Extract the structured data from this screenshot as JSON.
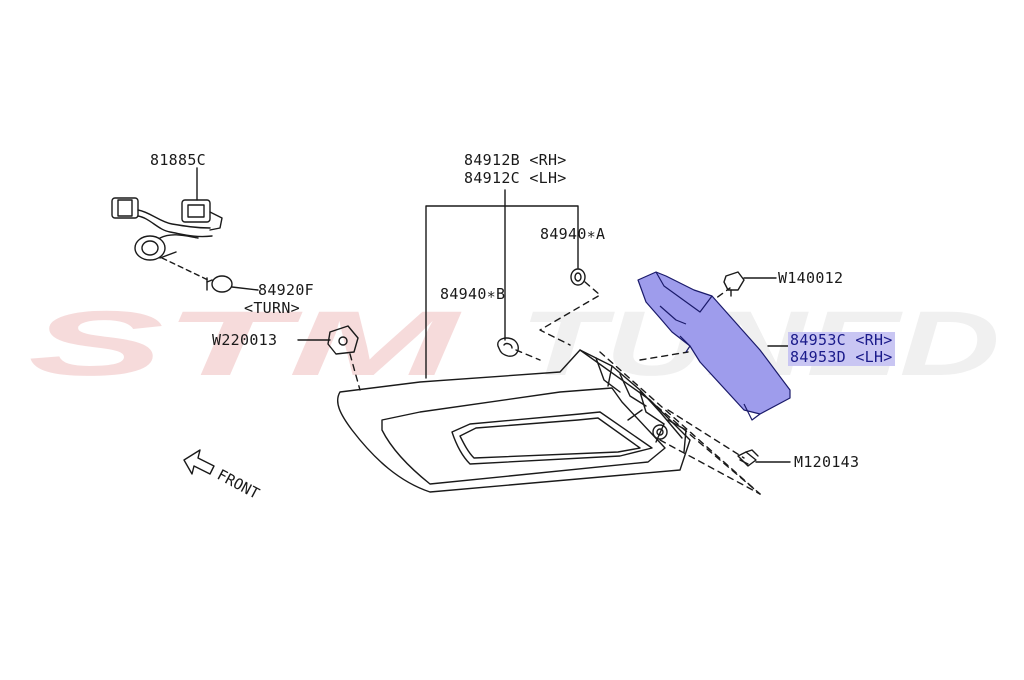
{
  "watermark": {
    "text_left": "STM",
    "text_right": "TUNED"
  },
  "labels": {
    "p81885c": "81885C",
    "p84912b": "84912B <RH>",
    "p84912c": "84912C <LH>",
    "p84940a": "84940∗A",
    "p84940b": "84940∗B",
    "p84920f": "84920F",
    "turn": "<TURN>",
    "w220013": "W220013",
    "w140012": "W140012",
    "p84953c": "84953C <RH>",
    "p84953d": "84953D <LH>",
    "m120143": "M120143",
    "front": "FRONT"
  },
  "colors": {
    "line": "#1a1a1a",
    "highlight_fill": "#9e9cec",
    "highlight_label_bg": "#c9c6f3",
    "highlight_text": "#1a1a8a",
    "watermark": "#f2cccc"
  }
}
